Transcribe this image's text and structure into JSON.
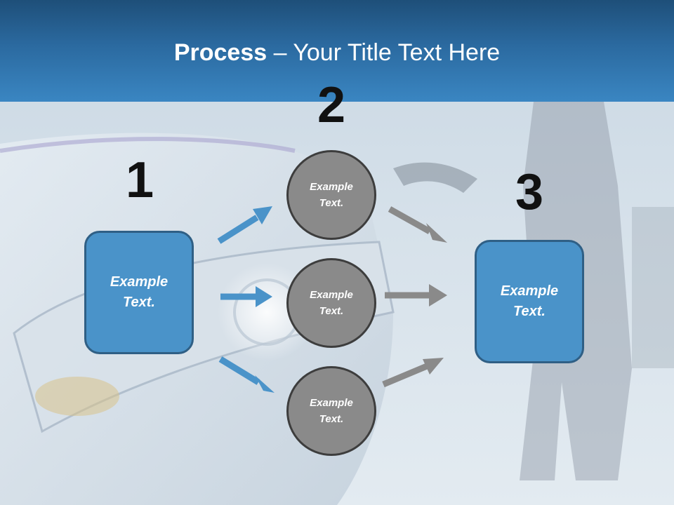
{
  "title": {
    "bold": "Process",
    "rest": " – Your Title Text Here"
  },
  "steps": [
    {
      "number": "1"
    },
    {
      "number": "2"
    },
    {
      "number": "3"
    }
  ],
  "left_box": {
    "text": "Example Text."
  },
  "circles": [
    {
      "text": "Example Text."
    },
    {
      "text": "Example Text."
    },
    {
      "text": "Example Text."
    }
  ],
  "right_box": {
    "text": "Example Text."
  },
  "colors": {
    "title_bar": "#2b6aa0",
    "box_fill": "#4a93c9",
    "box_border": "#2f5f85",
    "circle_fill": "#8a8a8a",
    "circle_border": "#3d3d3d",
    "blue_arrow": "#4a93c9",
    "gray_arrow": "#8a8a8a"
  }
}
